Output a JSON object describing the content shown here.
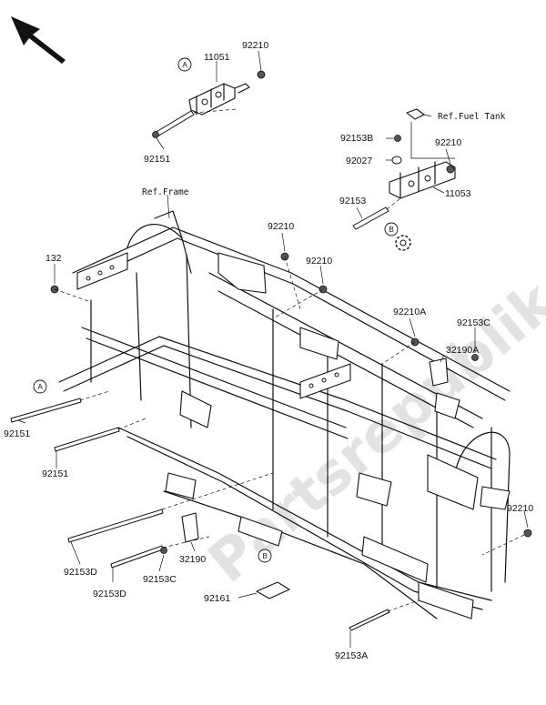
{
  "diagram": {
    "watermark": "Partsrepublik",
    "references": {
      "fuel_tank": "Ref.Fuel Tank",
      "frame": "Ref.Frame"
    },
    "callouts": {
      "a_top": "A",
      "a_left": "A",
      "b_mid": "B",
      "b_bottom": "B"
    },
    "part_labels": [
      "11051",
      "92210",
      "92151",
      "92153B",
      "92027",
      "92210",
      "92153",
      "11053",
      "92210",
      "92210",
      "132",
      "92210A",
      "92153C",
      "32190A",
      "92151",
      "92151",
      "92210",
      "92153D",
      "32190",
      "92153D",
      "92153C",
      "92161",
      "92153A"
    ]
  }
}
